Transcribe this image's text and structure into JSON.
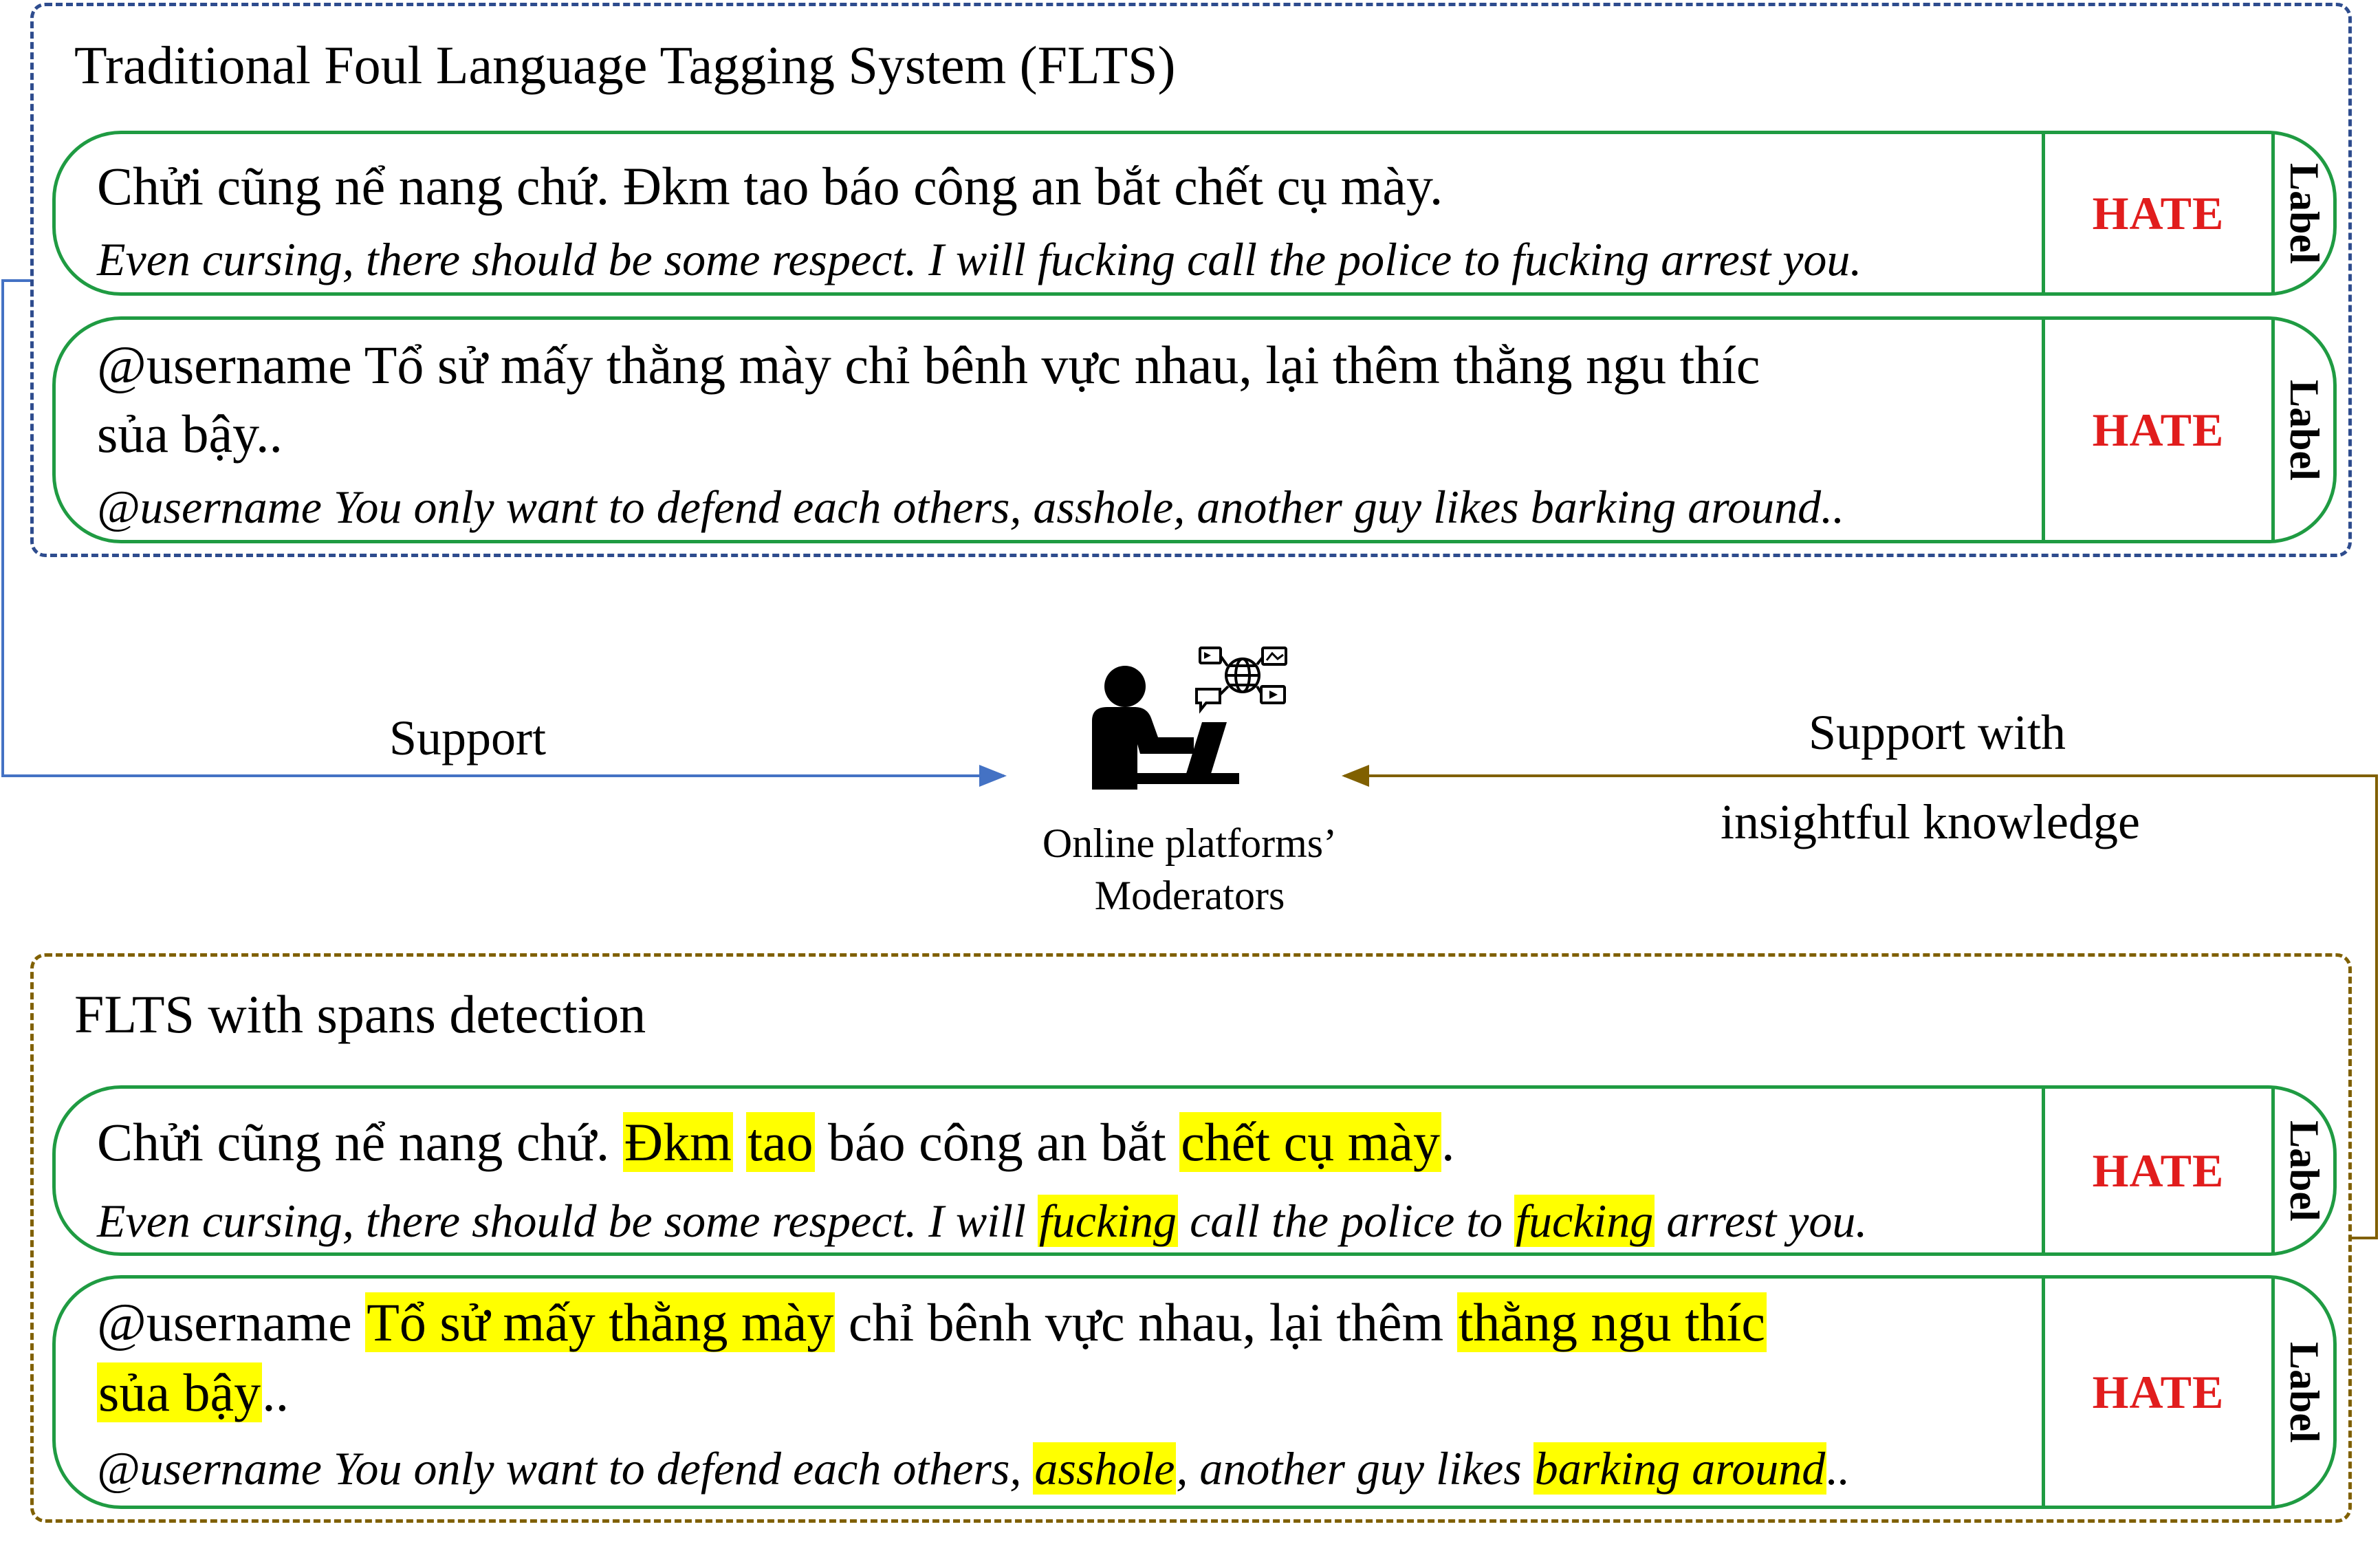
{
  "top_panel": {
    "title": "Traditional Foul Language Tagging System (FLTS)",
    "rows": [
      {
        "vi_line1": "Chửi cũng nể nang chứ. Đkm tao báo công an bắt chết cụ mày.",
        "en": "Even cursing, there should be some respect. I will fucking call the police to fucking arrest you.",
        "tag": "HATE",
        "label": "Label"
      },
      {
        "vi_line1": "@username Tổ sử mấy thằng mày chỉ bênh vực nhau, lại thêm thằng ngu thíc",
        "vi_line2": "sủa bậy..",
        "en": "@username You only want to defend each others, asshole, another guy likes barking around..",
        "tag": "HATE",
        "label": "Label"
      }
    ]
  },
  "center": {
    "left_arrow_label": "Support",
    "right_arrow_label_line1": "Support with",
    "right_arrow_label_line2": "insightful knowledge",
    "moderator_caption_line1": "Online platforms’",
    "moderator_caption_line2": "Moderators",
    "moderator_icon": "person-laptop-network-icon"
  },
  "bottom_panel": {
    "title": "FLTS with spans detection",
    "rows": [
      {
        "vi_line1": {
          "p1": "Chửi cũng nể nang chứ. ",
          "h1": "Đkm",
          "p2": " ",
          "h2": "tao",
          "p3": " báo công an bắt ",
          "h3": "chết cụ mày",
          "p4": "."
        },
        "en": {
          "p1": "Even cursing, there should be some respect. I will ",
          "h1": "fucking",
          "p2": " call the police to ",
          "h2": "fucking",
          "p3": " arrest you."
        },
        "tag": "HATE",
        "label": "Label"
      },
      {
        "vi_line1": {
          "p1": "@username ",
          "h1": "Tổ sử mấy thằng mày",
          "p2": " chỉ bênh vực nhau, lại thêm ",
          "h2": "thằng ngu thíc "
        },
        "vi_line2": {
          "h1": "sủa bậy",
          "p1": ".."
        },
        "en": {
          "p1": "@username You only want to defend each others, ",
          "h1": "asshole",
          "p2": ", another guy likes ",
          "h2": "barking around",
          "p3": ".."
        },
        "tag": "HATE",
        "label": "Label"
      }
    ]
  },
  "colors": {
    "top_panel_border": "#2e4c8e",
    "bottom_panel_border": "#806000",
    "row_border": "#1f9b42",
    "hate_text": "#e11d1d",
    "highlight": "#ffff00",
    "left_arrow": "#4472c4",
    "right_arrow": "#806000"
  }
}
